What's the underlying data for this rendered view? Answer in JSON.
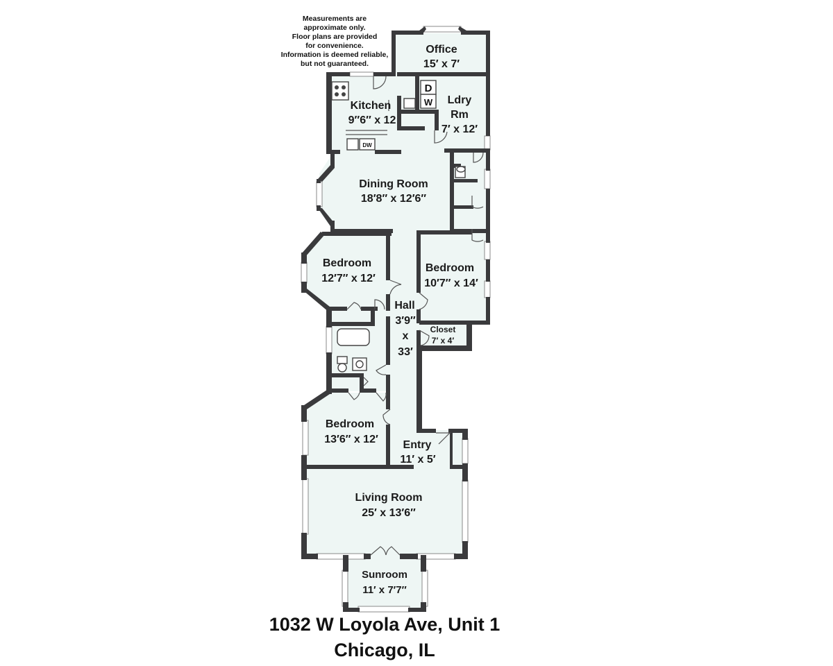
{
  "disclaimer": [
    "Measurements are",
    "approximate only.",
    "Floor plans are provided",
    "for convenience.",
    "Information is deemed reliable,",
    "but not guaranteed."
  ],
  "rooms": {
    "office": {
      "name": "Office",
      "size": "15′ x 7′"
    },
    "kitchen": {
      "name": "Kitchen",
      "size": "9″6″ x 12"
    },
    "laundry": {
      "name": "Ldry",
      "name2": "Rm",
      "size": "7′ x 12′"
    },
    "dining": {
      "name": "Dining Room",
      "size": "18′8″ x 12′6″"
    },
    "bedroom1": {
      "name": "Bedroom",
      "size": "12′7″ x 12′"
    },
    "bedroom2": {
      "name": "Bedroom",
      "size": "10′7″ x 14′"
    },
    "hall": {
      "name": "Hall",
      "size1": "3′9″",
      "size2": "x",
      "size3": "33′"
    },
    "closet": {
      "name": "Closet",
      "size": "7′ x 4′"
    },
    "bedroom3": {
      "name": "Bedroom",
      "size": "13′6″ x 12′"
    },
    "entry": {
      "name": "Entry",
      "size": "11′ x 5′"
    },
    "living": {
      "name": "Living Room",
      "size": "25′ x 13′6″"
    },
    "sunroom": {
      "name": "Sunroom",
      "size": "11′ x 7′7″"
    }
  },
  "fixtures": {
    "dryer": "D",
    "washer": "W",
    "dishwasher": "DW"
  },
  "address": {
    "line1": "1032 W Loyola Ave, Unit 1",
    "line2": "Chicago, IL"
  },
  "colors": {
    "floor": "#eef6f4",
    "wall": "#3a3a3c"
  }
}
